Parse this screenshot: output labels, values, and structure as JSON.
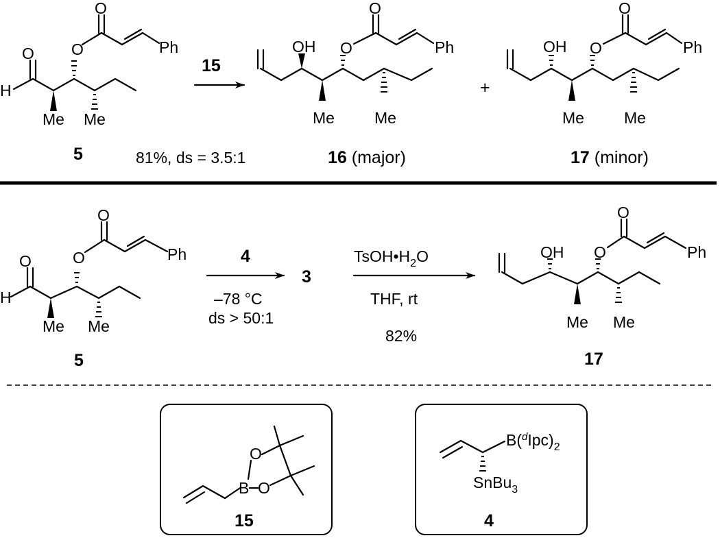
{
  "top": {
    "sm_label": "5",
    "reagent": "15",
    "yield_ds": "81%, ds = 3.5:1",
    "major_num": "16",
    "major_tag": "(major)",
    "plus": "+",
    "minor_num": "17",
    "minor_tag": "(minor)"
  },
  "bottom": {
    "sm_label": "5",
    "reagent1": "4",
    "temp": "–78 °C",
    "ds": "ds > 50:1",
    "intermediate": "3",
    "reagent2_main": "TsOH•H",
    "reagent2_sub": "2",
    "reagent2_end": "O",
    "solvent": "THF, rt",
    "yield": "82%",
    "product_label": "17"
  },
  "atoms": {
    "O": "O",
    "H": "H",
    "OH": "OH",
    "Me": "Me",
    "Ph": "Ph",
    "B": "B",
    "Sn_main": "SnBu",
    "Sn_sub": "3",
    "Bipc_a": "B(",
    "Bipc_d": "d",
    "Bipc_b": "Ipc)",
    "Bipc_sub": "2"
  },
  "boxes": {
    "left_label": "15",
    "right_label": "4"
  }
}
